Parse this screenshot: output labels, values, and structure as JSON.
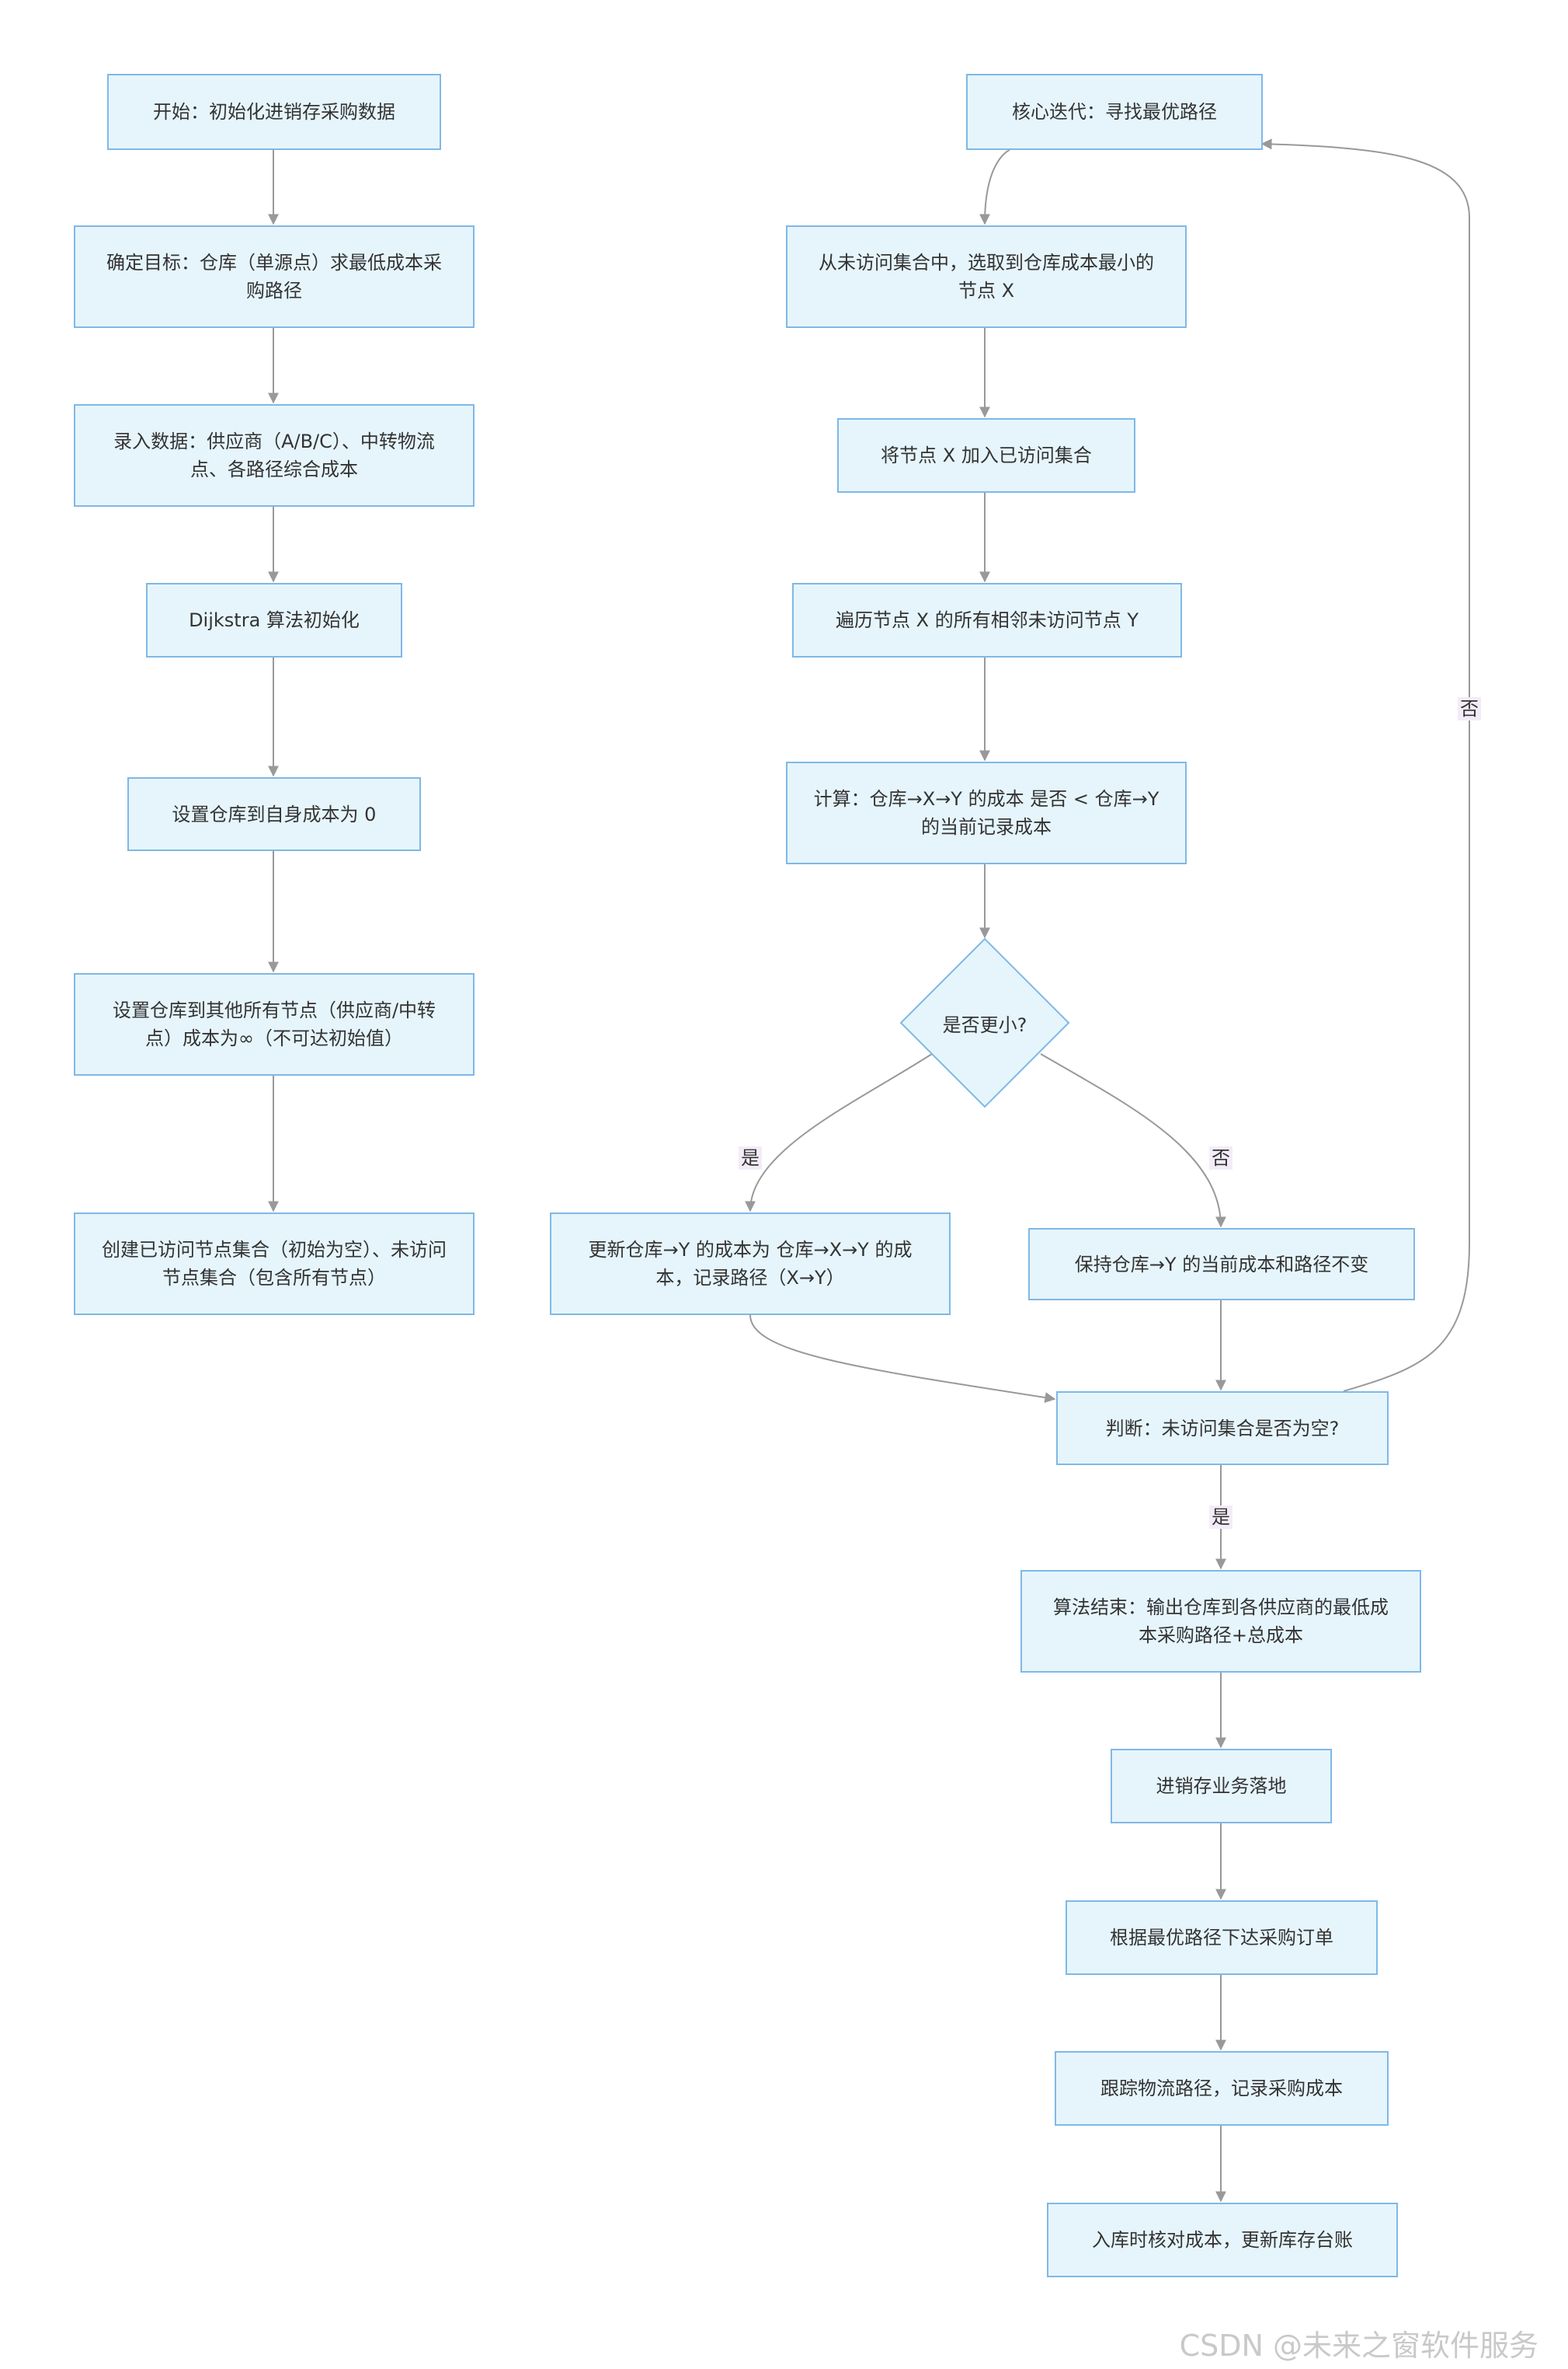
{
  "nodes": {
    "start": "开始：初始化进销存采购数据",
    "goal": "确定目标：仓库（单源点）求最低成本采购路径",
    "input": "录入数据：供应商（A/B/C）、中转物流点、各路径综合成本",
    "init": "Dijkstra 算法初始化",
    "self_cost": "设置仓库到自身成本为 0",
    "other_cost": "设置仓库到其他所有节点（供应商/中转点）成本为∞（不可达初始值）",
    "sets": "创建已访问节点集合（初始为空）、未访问节点集合（包含所有节点）",
    "core": "核心迭代：寻找最优路径",
    "select": "从未访问集合中，选取到仓库成本最小的节点 X",
    "add_visited": "将节点 X 加入已访问集合",
    "traverse": "遍历节点 X 的所有相邻未访问节点 Y",
    "compute": "计算：仓库→X→Y 的成本 是否 < 仓库→Y 的当前记录成本",
    "decision": "是否更小?",
    "update": "更新仓库→Y 的成本为 仓库→X→Y 的成本，记录路径（X→Y）",
    "keep": "保持仓库→Y 的当前成本和路径不变",
    "check_empty": "判断：未访问集合是否为空?",
    "end": "算法结束：输出仓库到各供应商的最低成本采购路径+总成本",
    "business": "进销存业务落地",
    "order": "根据最优路径下达采购订单",
    "track": "跟踪物流路径，记录采购成本",
    "stock": "入库时核对成本，更新库存台账"
  },
  "edge_labels": {
    "yes_update": "是",
    "no_keep": "否",
    "yes_end": "是",
    "no_loop": "否"
  },
  "colors": {
    "node_fill": "#e6f5fc",
    "node_border": "#7fb8e6",
    "edge": "#999999",
    "label_bg": "#f3ecf8"
  },
  "watermark": "CSDN @未来之窗软件服务"
}
